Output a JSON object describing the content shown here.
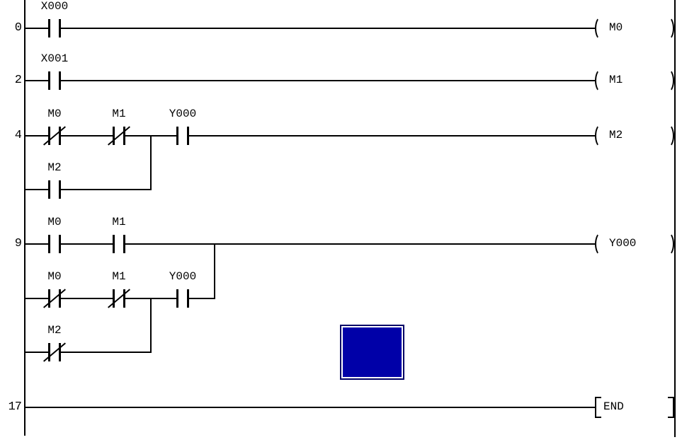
{
  "ladder": {
    "colors": {
      "line": "#000000",
      "background": "#ffffff",
      "cursor_fill": "#0000A8",
      "cursor_border": "#000066",
      "cursor_inner_gap": "#ffffff"
    },
    "rungs": [
      {
        "step": "0",
        "contacts": [
          {
            "label": "X000",
            "type": "NO"
          }
        ],
        "coil": {
          "label": "M0"
        }
      },
      {
        "step": "2",
        "contacts": [
          {
            "label": "X001",
            "type": "NO"
          }
        ],
        "coil": {
          "label": "M1"
        }
      },
      {
        "step": "4",
        "contacts": [
          {
            "label": "M0",
            "type": "NC"
          },
          {
            "label": "M1",
            "type": "NC"
          },
          {
            "label": "Y000",
            "type": "NO"
          }
        ],
        "branch_contacts": [
          {
            "label": "M2",
            "type": "NO"
          }
        ],
        "coil": {
          "label": "M2"
        }
      },
      {
        "step": "9",
        "contacts": [
          {
            "label": "M0",
            "type": "NO"
          },
          {
            "label": "M1",
            "type": "NO"
          }
        ],
        "row2": [
          {
            "label": "M0",
            "type": "NC"
          },
          {
            "label": "M1",
            "type": "NC"
          },
          {
            "label": "Y000",
            "type": "NO"
          }
        ],
        "row3": [
          {
            "label": "M2",
            "type": "NC"
          }
        ],
        "coil": {
          "label": "Y000"
        }
      },
      {
        "step": "17",
        "instruction": "END"
      }
    ]
  }
}
